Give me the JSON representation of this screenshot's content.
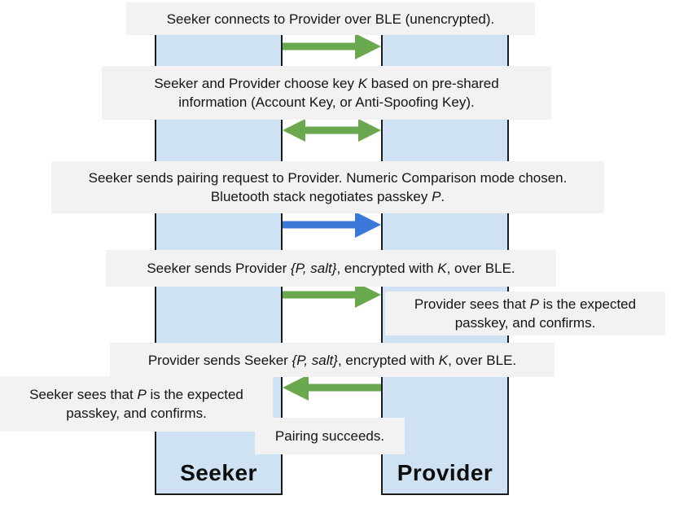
{
  "colors": {
    "green": "#6aa84f",
    "blue": "#3c78d8",
    "lane_fill": "#cfe2f3",
    "box_bg": "#f2f2f2"
  },
  "lanes": {
    "seeker": {
      "label": "Seeker"
    },
    "provider": {
      "label": "Provider"
    }
  },
  "messages": {
    "connect": {
      "lines": [
        [
          {
            "t": "Seeker connects to Provider over BLE (unencrypted)."
          }
        ]
      ]
    },
    "choose_key": {
      "lines": [
        [
          {
            "t": "Seeker and Provider choose key "
          },
          {
            "t": "K",
            "i": true
          },
          {
            "t": " based on pre-shared"
          }
        ],
        [
          {
            "t": "information (Account Key, or Anti-Spoofing Key)."
          }
        ]
      ]
    },
    "pairing_request": {
      "lines": [
        [
          {
            "t": "Seeker sends pairing request to Provider. Numeric Comparison mode chosen."
          }
        ],
        [
          {
            "t": "Bluetooth stack negotiates passkey "
          },
          {
            "t": "P",
            "i": true
          },
          {
            "t": "."
          }
        ]
      ]
    },
    "seeker_sends": {
      "lines": [
        [
          {
            "t": "Seeker sends Provider "
          },
          {
            "t": "{P, salt}",
            "i": true
          },
          {
            "t": ", encrypted with "
          },
          {
            "t": "K",
            "i": true
          },
          {
            "t": ", over BLE."
          }
        ]
      ]
    },
    "provider_confirms": {
      "lines": [
        [
          {
            "t": "Provider sees that "
          },
          {
            "t": "P",
            "i": true
          },
          {
            "t": " is the expected"
          }
        ],
        [
          {
            "t": "passkey, and confirms."
          }
        ]
      ]
    },
    "provider_sends": {
      "lines": [
        [
          {
            "t": "Provider sends Seeker "
          },
          {
            "t": "{P, salt}",
            "i": true
          },
          {
            "t": ", encrypted with "
          },
          {
            "t": "K",
            "i": true
          },
          {
            "t": ", over BLE."
          }
        ]
      ]
    },
    "seeker_confirms": {
      "lines": [
        [
          {
            "t": "Seeker sees that "
          },
          {
            "t": "P",
            "i": true
          },
          {
            "t": " is the expected"
          }
        ],
        [
          {
            "t": "passkey, and confirms."
          }
        ]
      ]
    },
    "pairing_succeeds": {
      "lines": [
        [
          {
            "t": "Pairing succeeds."
          }
        ]
      ]
    }
  },
  "arrows": {
    "connect": {
      "color": "green",
      "direction": "right"
    },
    "choose_key": {
      "color": "green",
      "direction": "both"
    },
    "pairing_request": {
      "color": "blue",
      "direction": "right"
    },
    "seeker_sends": {
      "color": "green",
      "direction": "right"
    },
    "provider_sends": {
      "color": "green",
      "direction": "left"
    }
  }
}
